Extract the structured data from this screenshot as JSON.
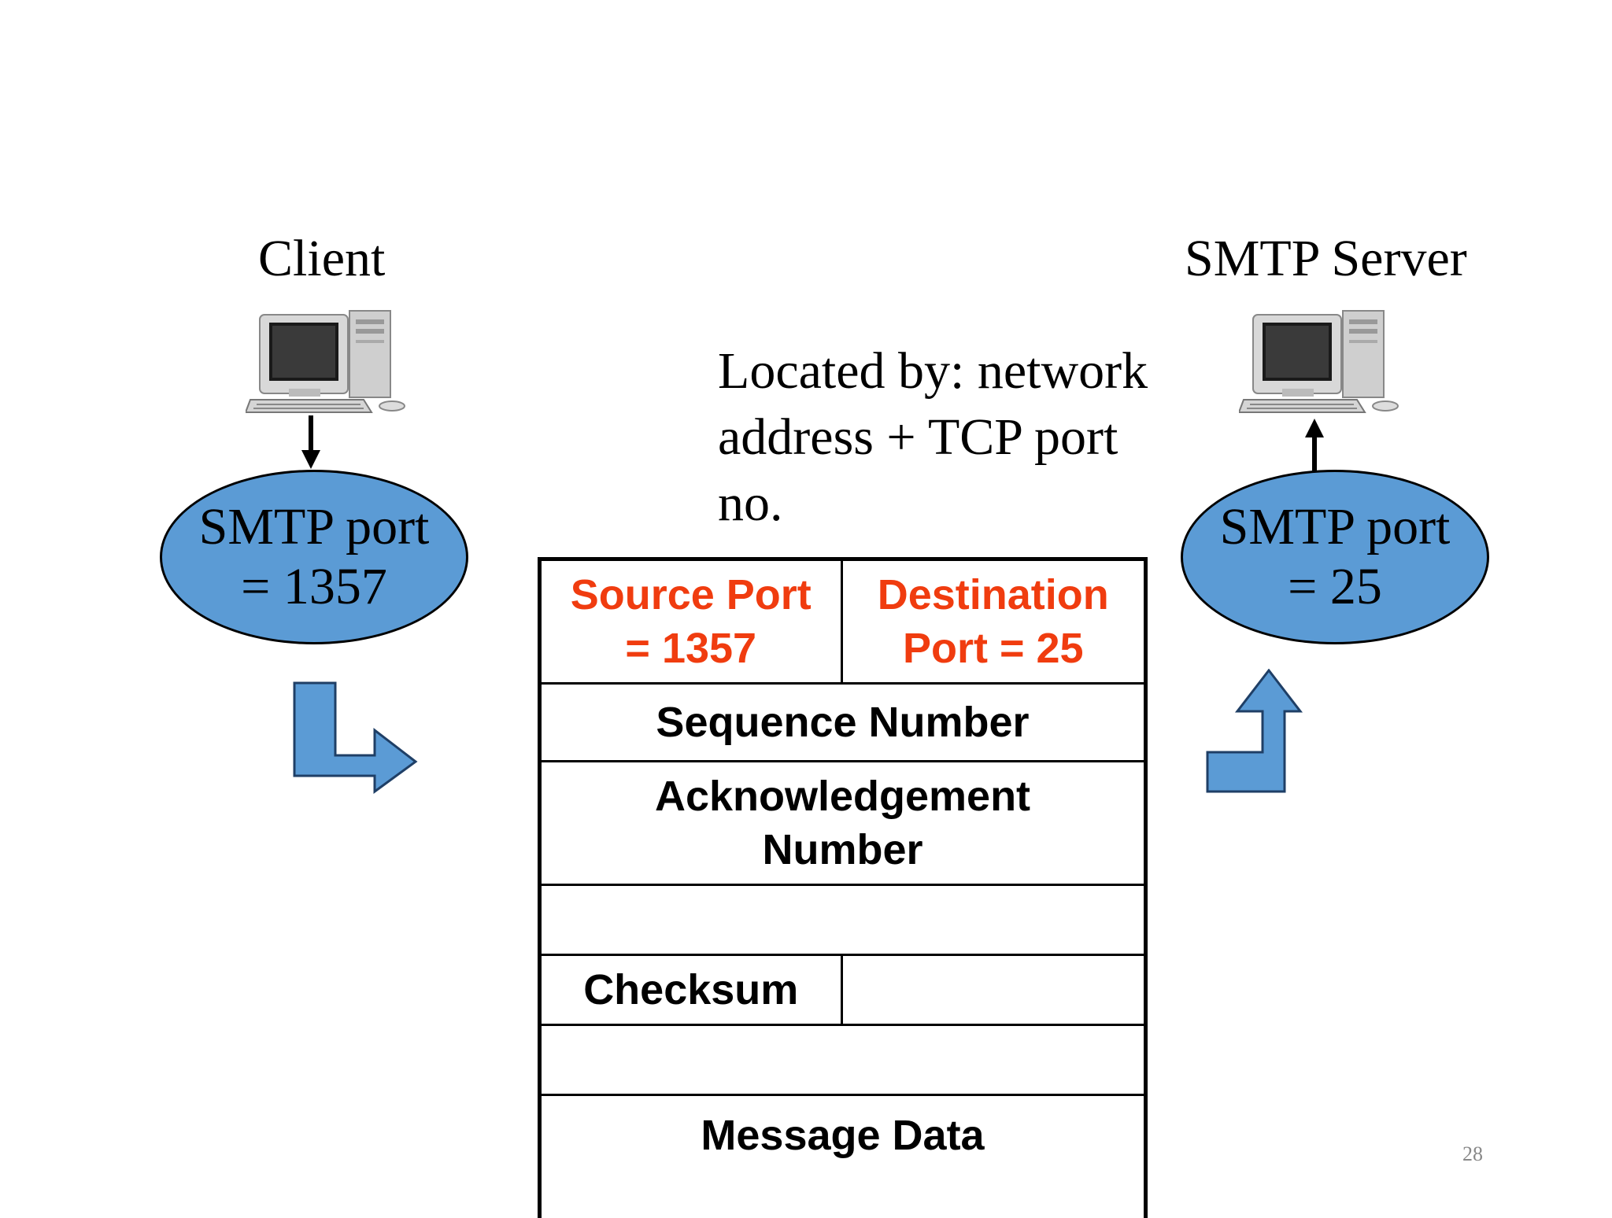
{
  "client": {
    "title": "Client",
    "port_line1": "SMTP port",
    "port_line2": "= 1357"
  },
  "server": {
    "title": "SMTP Server",
    "port_line1": "SMTP port",
    "port_line2": "= 25"
  },
  "located_by": {
    "line1": "Located by: network",
    "line2": "address + TCP port",
    "line3": "no."
  },
  "tcp_header": {
    "source_port_line1": "Source Port",
    "source_port_line2": "= 1357",
    "dest_port_line1": "Destination",
    "dest_port_line2": "Port = 25",
    "sequence": "Sequence Number",
    "ack_line1": "Acknowledgement",
    "ack_line2": "Number",
    "checksum": "Checksum",
    "message": "Message Data"
  },
  "colors": {
    "ellipse_fill": "#5b9bd5",
    "arrow_fill": "#5b9bd5",
    "port_text": "#f03c0f"
  },
  "page_number": "28"
}
